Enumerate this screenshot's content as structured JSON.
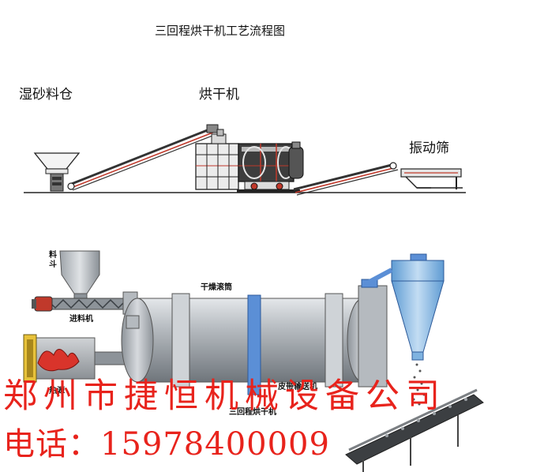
{
  "title": "三回程烘干机工艺流程图",
  "top_labels": {
    "wet_sand_bin": "湿砂料仓",
    "dryer": "烘干机",
    "vibrating_screen": "振动筛"
  },
  "bottom_labels": {
    "hopper": "料斗",
    "feeder": "进料机",
    "drum": "干燥滚筒",
    "heat_source": "热源",
    "belt_conveyor": "皮带输送机",
    "machine_name": "三回程烘干机"
  },
  "company": "郑州市捷恒机械设备公司",
  "phone_label": "电话：",
  "phone_number": "15978400009",
  "colors": {
    "brand_red": "#e8231c",
    "machine_gray": "#9aa0a6",
    "pipe_blue": "#5b8fd6",
    "cyclone_blue": "#7fb3e0",
    "belt_red": "#c0392b",
    "flame_red": "#d9342b",
    "frame_yellow": "#e8c23a"
  }
}
